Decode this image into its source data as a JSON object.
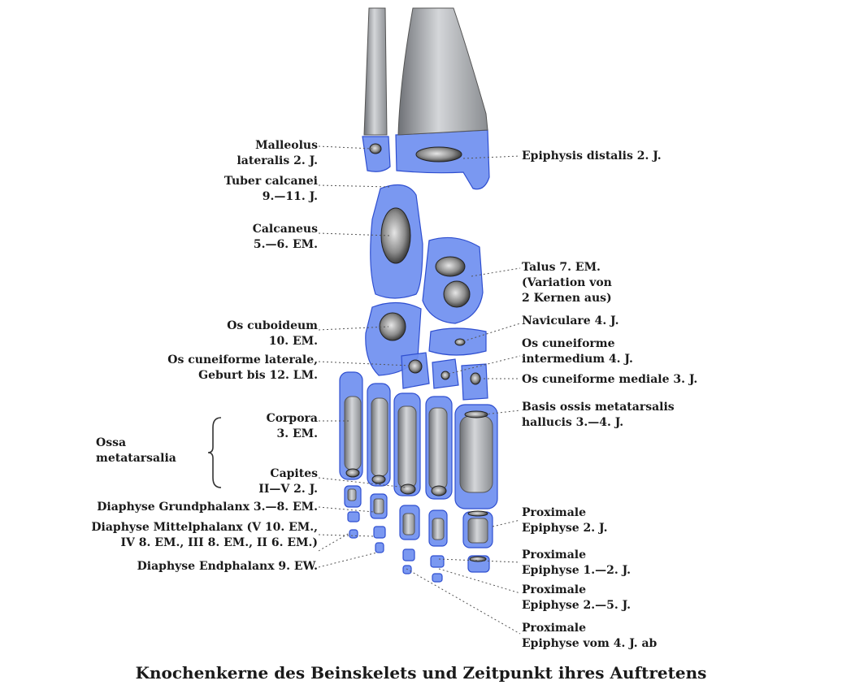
{
  "caption": "Knochenkerne des Beinskelets und Zeitpunkt ihres Auftretens",
  "labels": {
    "malleolus": [
      "Malleolus",
      "lateralis 2. J."
    ],
    "tuber": [
      "Tuber calcanei",
      "9.—11. J."
    ],
    "calcaneus": [
      "Calcaneus",
      "5.—6. EM."
    ],
    "cuboideum": [
      "Os cuboideum",
      "10. EM."
    ],
    "cun_lat": [
      "Os cuneiforme laterale,",
      "Geburt bis 12. LM."
    ],
    "corpora": [
      "Corpora",
      "3. EM."
    ],
    "ossa_meta": [
      "Ossa",
      "metatarsalia"
    ],
    "capites": [
      "Capites",
      "II—V 2. J."
    ],
    "diaph_grund": "Diaphyse Grundphalanx 3.—8. EM.",
    "diaph_mittel": [
      "Diaphyse Mittelphalanx (V 10. EM.,",
      "IV 8. EM., III 8. EM., II 6. EM.)"
    ],
    "diaph_end": "Diaphyse Endphalanx 9. EW.",
    "epiph_dist": "Epiphysis distalis 2. J.",
    "talus": [
      "Talus 7. EM.",
      "(Variation von",
      "2 Kernen aus)"
    ],
    "naviculare": "Naviculare 4. J.",
    "cun_int": [
      "Os cuneiforme",
      "intermedium 4. J."
    ],
    "cun_med": "Os cuneiforme mediale 3. J.",
    "basis": [
      "Basis ossis metatarsalis",
      "hallucis 3.—4. J."
    ],
    "prox1": [
      "Proximale",
      "Epiphyse 2. J."
    ],
    "prox2": [
      "Proximale",
      "Epiphyse 1.—2. J."
    ],
    "prox3": [
      "Proximale",
      "Epiphyse 2.—5. J."
    ],
    "prox4": [
      "Proximale",
      "Epiphyse vom 4. J. ab"
    ]
  },
  "colors": {
    "cartilage": "#6f8ff0",
    "cartilage_edge": "#2f4fd0",
    "bone": "#b9bcc0",
    "nucleus": "#3a3a3a",
    "leader": "#555555"
  }
}
